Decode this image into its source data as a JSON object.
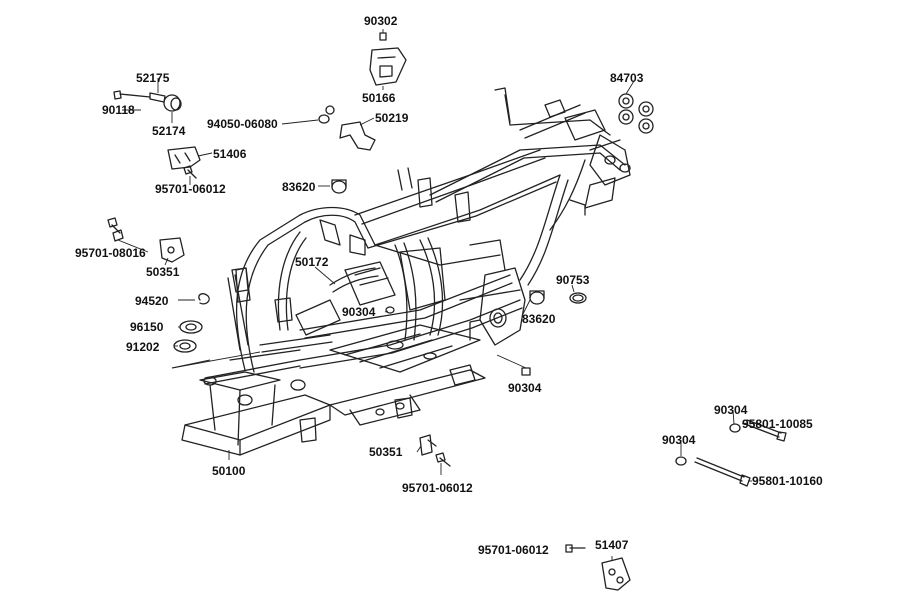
{
  "parts": [
    {
      "id": "p90302",
      "label": "90302"
    },
    {
      "id": "p52175",
      "label": "52175"
    },
    {
      "id": "p84703",
      "label": "84703"
    },
    {
      "id": "p90118",
      "label": "90118"
    },
    {
      "id": "p50166",
      "label": "50166"
    },
    {
      "id": "p52174",
      "label": "52174"
    },
    {
      "id": "p94050",
      "label": "94050-06080"
    },
    {
      "id": "p50219",
      "label": "50219"
    },
    {
      "id": "p51406",
      "label": "51406"
    },
    {
      "id": "p95701a",
      "label": "95701-06012"
    },
    {
      "id": "p83620a",
      "label": "83620"
    },
    {
      "id": "p95701b",
      "label": "95701-08016"
    },
    {
      "id": "p50351a",
      "label": "50351"
    },
    {
      "id": "p50172",
      "label": "50172"
    },
    {
      "id": "p90753",
      "label": "90753"
    },
    {
      "id": "p94520",
      "label": "94520"
    },
    {
      "id": "p90304a",
      "label": "90304"
    },
    {
      "id": "p83620b",
      "label": "83620"
    },
    {
      "id": "p96150",
      "label": "96150"
    },
    {
      "id": "p91202",
      "label": "91202"
    },
    {
      "id": "p90304b",
      "label": "90304"
    },
    {
      "id": "p90304c",
      "label": "90304"
    },
    {
      "id": "p95801a",
      "label": "95801-10085"
    },
    {
      "id": "p90304d",
      "label": "90304"
    },
    {
      "id": "p50351b",
      "label": "50351"
    },
    {
      "id": "p50100",
      "label": "50100"
    },
    {
      "id": "p95801b",
      "label": "95801-10160"
    },
    {
      "id": "p95701c",
      "label": "95701-06012"
    },
    {
      "id": "p95701d",
      "label": "95701-06012"
    },
    {
      "id": "p51407",
      "label": "51407"
    }
  ]
}
